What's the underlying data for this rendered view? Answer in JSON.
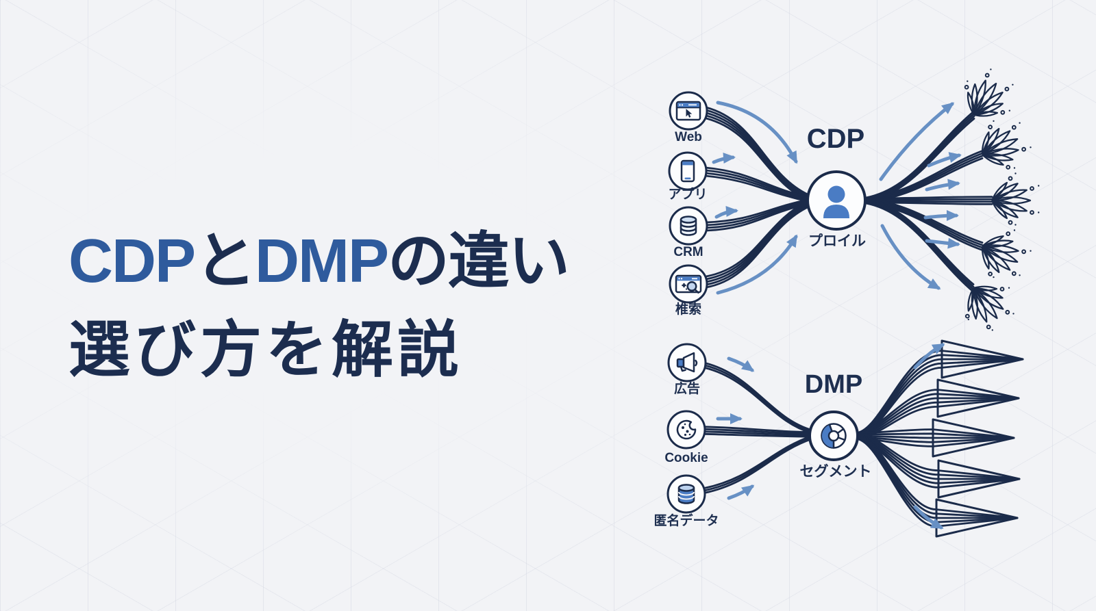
{
  "title": {
    "line1_segments": [
      {
        "text": "CDP",
        "color": "#2f5b9d"
      },
      {
        "text": "と",
        "color": "#1c2d4f"
      },
      {
        "text": "DMP",
        "color": "#2f5b9d"
      },
      {
        "text": "の違い",
        "color": "#1c2d4f"
      }
    ],
    "line2": "選び方を解説"
  },
  "cdp_flow": {
    "heading": "CDP",
    "hub_label": "プロイル",
    "hub_icon": "user-profile-icon",
    "sources": [
      {
        "label": "Web",
        "icon": "browser-cursor-icon"
      },
      {
        "label": "アプリ",
        "icon": "smartphone-icon"
      },
      {
        "label": "CRM",
        "icon": "database-icon"
      },
      {
        "label": "椎索",
        "icon": "browser-search-icon"
      }
    ],
    "outputs": "flower-branch-decorations"
  },
  "dmp_flow": {
    "heading": "DMP",
    "hub_label": "セグメント",
    "hub_icon": "donut-chart-icon",
    "sources": [
      {
        "label": "広告",
        "icon": "megaphone-icon"
      },
      {
        "label": "Cookie",
        "icon": "cookie-icon"
      },
      {
        "label": "匿名データ",
        "icon": "database-blue-icon"
      }
    ],
    "outputs": "multi-line-arrows"
  },
  "colors": {
    "background": "#f2f3f6",
    "pattern_line": "#dfe2ea",
    "navy": "#1b2b4a",
    "title_navy": "#1c2d4f",
    "title_blue": "#2f5b9d",
    "accent_blue": "#4a7cc4",
    "arrow_blue": "#6790c4"
  }
}
